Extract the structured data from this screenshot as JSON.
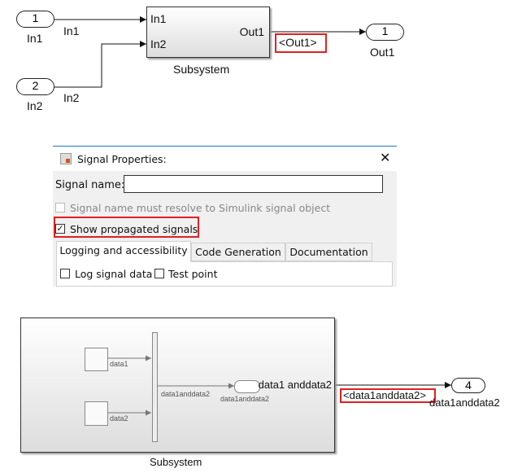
{
  "top_model": {
    "inports": [
      {
        "number": "1",
        "name": "In1",
        "signal": "In1"
      },
      {
        "number": "2",
        "name": "In2",
        "signal": "In2"
      }
    ],
    "subsystem": {
      "name": "Subsystem",
      "in_ports": [
        "In1",
        "In2"
      ],
      "out_port": "Out1"
    },
    "propagated_label": "<Out1>",
    "outport": {
      "number": "1",
      "name": "Out1"
    }
  },
  "dialog": {
    "title": "Signal Properties:",
    "signal_name_label": "Signal name:",
    "signal_name_value": "",
    "resolve_checkbox": {
      "label": "Signal name must resolve to Simulink signal object",
      "checked": false,
      "disabled": true
    },
    "show_propagated": {
      "label": "Show propagated signals",
      "checked": true
    },
    "tabs": [
      "Logging and accessibility",
      "Code Generation",
      "Documentation"
    ],
    "active_tab": "Logging and accessibility",
    "log_signal_data": {
      "label": "Log signal data",
      "checked": false
    },
    "test_point": {
      "label": "Test point",
      "checked": false
    }
  },
  "bottom_model": {
    "inner": {
      "signal1": "data1",
      "signal2": "data2",
      "bus_signal": "data1anddata2",
      "outport_name": "data1anddata2"
    },
    "port_label": "data1 anddata2",
    "subsystem_name": "Subsystem",
    "propagated_label": "<data1anddata2>",
    "outport": {
      "number": "4",
      "name": "data1anddata2"
    }
  },
  "colors": {
    "highlight": "#e02020",
    "dialog_accent": "#1a7ad4"
  }
}
